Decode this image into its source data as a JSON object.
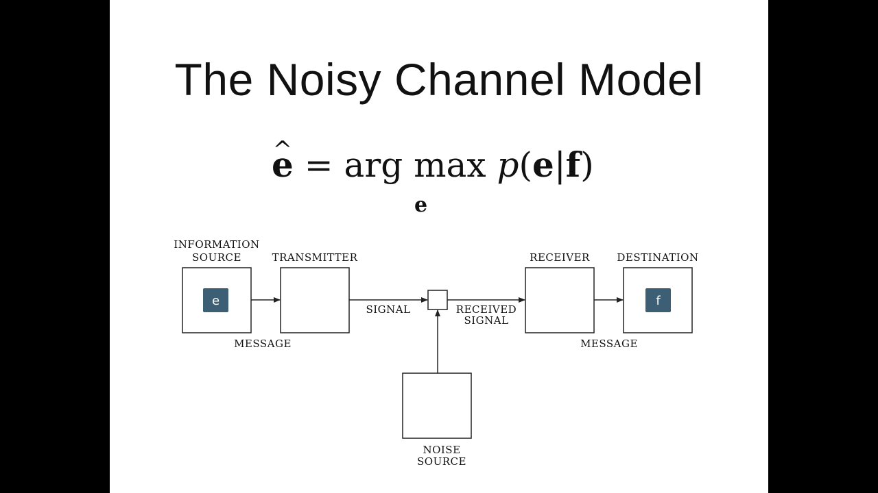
{
  "slide": {
    "title": "The Noisy Channel Model"
  },
  "formula": {
    "lhs": "e",
    "equals": "=",
    "operator": "arg max",
    "subscript": "e",
    "prob": "p",
    "open": "(",
    "arg1": "e",
    "bar": "|",
    "arg2": "f",
    "close": ")"
  },
  "diagram": {
    "info_source_line1": "INFORMATION",
    "info_source_line2": "SOURCE",
    "transmitter": "TRANSMITTER",
    "receiver": "RECEIVER",
    "destination": "DESTINATION",
    "signal": "SIGNAL",
    "received_line1": "RECEIVED",
    "received_line2": "SIGNAL",
    "message_left": "MESSAGE",
    "message_right": "MESSAGE",
    "noise_line1": "NOISE",
    "noise_line2": "SOURCE",
    "source_tag": "e",
    "dest_tag": "f",
    "tag_color": "#3d5f75"
  }
}
